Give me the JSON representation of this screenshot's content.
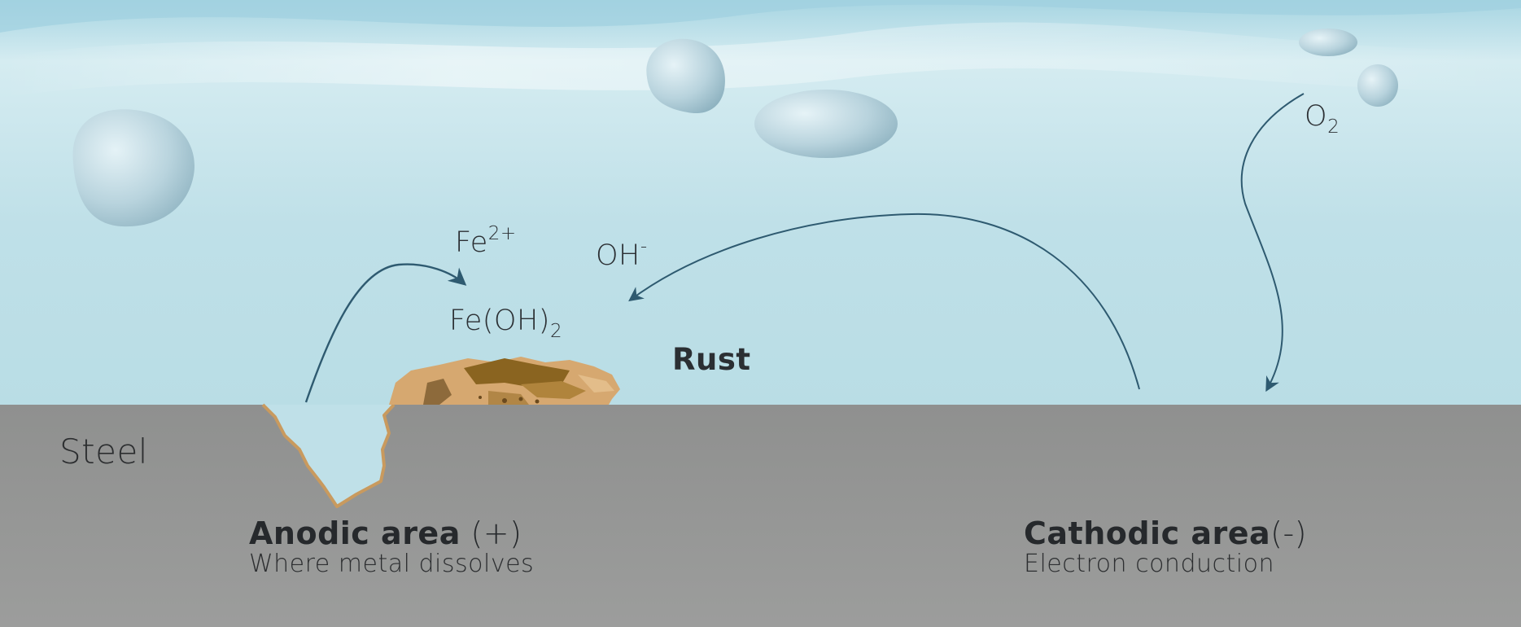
{
  "diagram": {
    "labels": {
      "fe2plus": {
        "base": "Fe",
        "sup": "2+"
      },
      "ohminus": {
        "base": "OH",
        "sup": "-"
      },
      "feoh2": {
        "base": "Fe(OH)",
        "sub": "2"
      },
      "rust": "Rust",
      "o2": {
        "base": "O",
        "sub": "2"
      },
      "steel": "Steel",
      "anodic_title": "Anodic area",
      "anodic_sign": " (+)",
      "anodic_desc": "Where metal dissolves",
      "cathodic_title": "Cathodic area",
      "cathodic_sign": "(-)",
      "cathodic_desc": "Electron conduction"
    },
    "colors": {
      "water_top": "#a9d7e3",
      "water_bottom": "#bfe0e8",
      "steel": "#959695",
      "arrow": "#2e5a70",
      "rust_light": "#d4a66b",
      "rust_dark": "#8a6420",
      "pit_edge": "#c99a5e"
    },
    "icons": [
      "water-droplet-icon",
      "curved-arrow-icon"
    ]
  }
}
